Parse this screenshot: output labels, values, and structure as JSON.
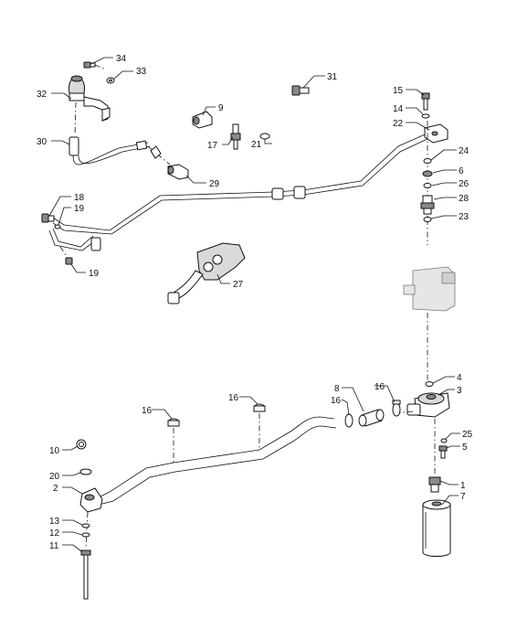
{
  "callouts": {
    "c1": "1",
    "c2": "2",
    "c3": "3",
    "c4": "4",
    "c5": "5",
    "c6": "6",
    "c7": "7",
    "c8": "8",
    "c9": "9",
    "c10": "10",
    "c11": "11",
    "c12": "12",
    "c13": "13",
    "c14": "14",
    "c15": "15",
    "c16a": "16",
    "c16b": "16",
    "c16c": "16",
    "c16d": "16",
    "c17": "17",
    "c18": "18",
    "c19a": "19",
    "c19b": "19",
    "c20": "20",
    "c21": "21",
    "c22": "22",
    "c23": "23",
    "c24": "24",
    "c25": "25",
    "c26": "26",
    "c27": "27",
    "c28": "28",
    "c29": "29",
    "c30": "30",
    "c31": "31",
    "c32": "32",
    "c33": "33",
    "c34": "34"
  }
}
